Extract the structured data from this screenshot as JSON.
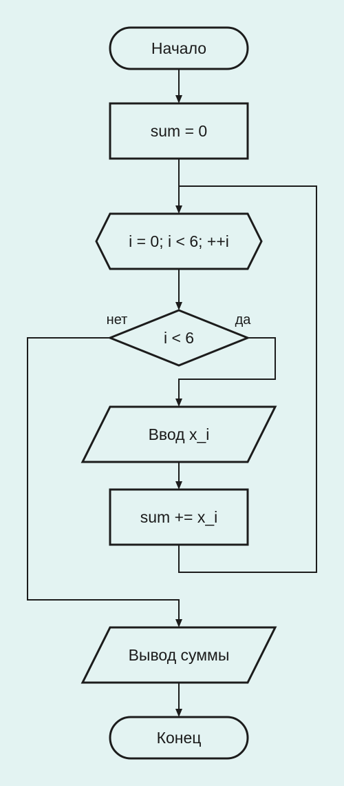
{
  "diagram": {
    "nodes": {
      "start": {
        "type": "terminator",
        "label": "Начало"
      },
      "init": {
        "type": "process",
        "label": "sum = 0"
      },
      "loop": {
        "type": "loop-limit",
        "label": "i = 0; i < 6; ++i"
      },
      "condition": {
        "type": "decision",
        "label": "i < 6"
      },
      "input": {
        "type": "input-output",
        "label": "Ввод x_i"
      },
      "accumulate": {
        "type": "process",
        "label": "sum += x_i"
      },
      "output": {
        "type": "input-output",
        "label": "Вывод суммы"
      },
      "end": {
        "type": "terminator",
        "label": "Конец"
      }
    },
    "branches": {
      "no": "нет",
      "yes": "да"
    },
    "edges": [
      {
        "from": "start",
        "to": "init"
      },
      {
        "from": "init",
        "to": "loop"
      },
      {
        "from": "loop",
        "to": "condition"
      },
      {
        "from": "condition",
        "to": "input",
        "branch": "yes"
      },
      {
        "from": "input",
        "to": "accumulate"
      },
      {
        "from": "accumulate",
        "to": "loop",
        "kind": "loop-back"
      },
      {
        "from": "condition",
        "to": "output",
        "branch": "no"
      },
      {
        "from": "output",
        "to": "end"
      }
    ]
  }
}
